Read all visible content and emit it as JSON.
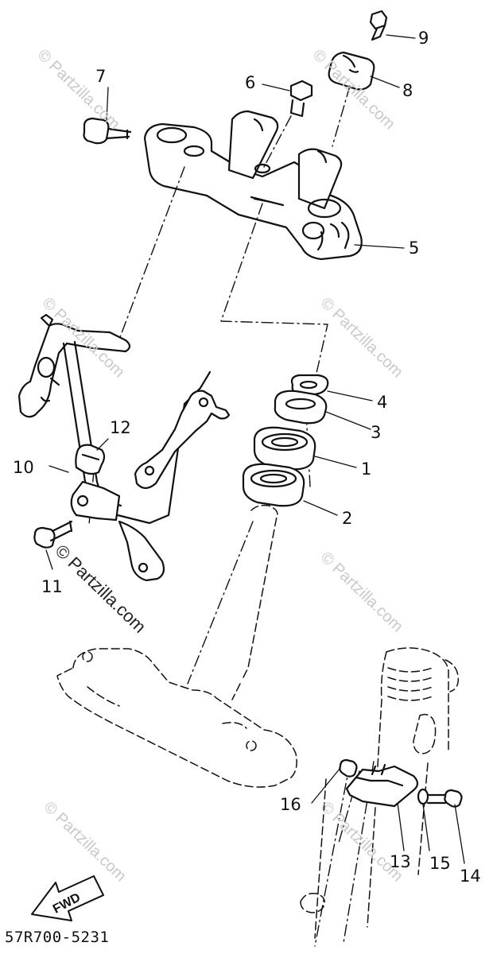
{
  "diagram": {
    "callouts": [
      "1",
      "2",
      "3",
      "4",
      "5",
      "6",
      "7",
      "8",
      "9",
      "10",
      "11",
      "12",
      "13",
      "14",
      "15",
      "16"
    ],
    "watermark": "© Partzilla.com",
    "watermark_bold": "© Partzilla.com",
    "fwd_label": "FWD",
    "part_code": "57R700-5231"
  }
}
